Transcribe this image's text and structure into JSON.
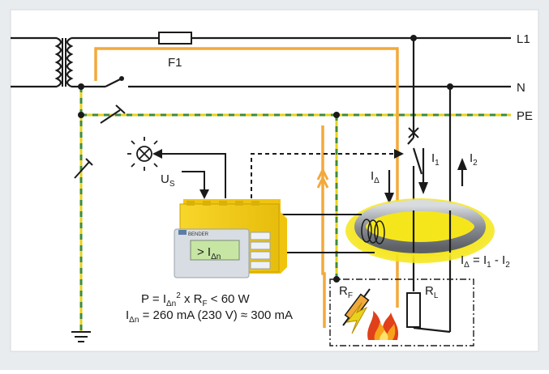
{
  "colors": {
    "background": "#e9ecef",
    "frame": "#ffffff",
    "wire": "#1a1a1a",
    "fault_path": "#f2a93b",
    "pe_yellow": "#e8d21e",
    "pe_green": "#3f8a3a",
    "relay_yellow": "#f6d11b",
    "ring_glow": "#f5e61b",
    "display_green": "#c7e6a3",
    "fire_red": "#e0401a",
    "fire_orange": "#f7a21b"
  },
  "lines": {
    "l1": "L1",
    "n": "N",
    "pe": "PE"
  },
  "fuse": {
    "label": "F1"
  },
  "supply": {
    "label_main": "U",
    "label_sub": "S"
  },
  "relay": {
    "brand": "BENDER",
    "display_prefix": "> I",
    "display_sub": "Δn"
  },
  "currents": {
    "i1_main": "I",
    "i1_sub": "1",
    "i2_main": "I",
    "i2_sub": "2",
    "idelta_main": "I",
    "idelta_sub": "Δ",
    "formula": {
      "p1": "I",
      "p2": "Δ",
      "p3": " = I",
      "p4": "1",
      "p5": " - I",
      "p6": "2"
    }
  },
  "resistors": {
    "rf_main": "R",
    "rf_sub": "F",
    "rl_main": "R",
    "rl_sub": "L"
  },
  "equations": {
    "power": {
      "p1": "P = I",
      "p2": "Δn",
      "p3": "2",
      "p4": " x R",
      "p5": "F",
      "p6": " < 60 W"
    },
    "current": {
      "p1": "I",
      "p2": "Δn",
      "p3": " = 260 mA (230 V) ≈ 300 mA"
    }
  },
  "icons": [
    "transformer-icon",
    "fuse-icon",
    "lamp-icon",
    "fire-icon",
    "lightning-icon",
    "current-transformer-icon",
    "relay-icon"
  ]
}
